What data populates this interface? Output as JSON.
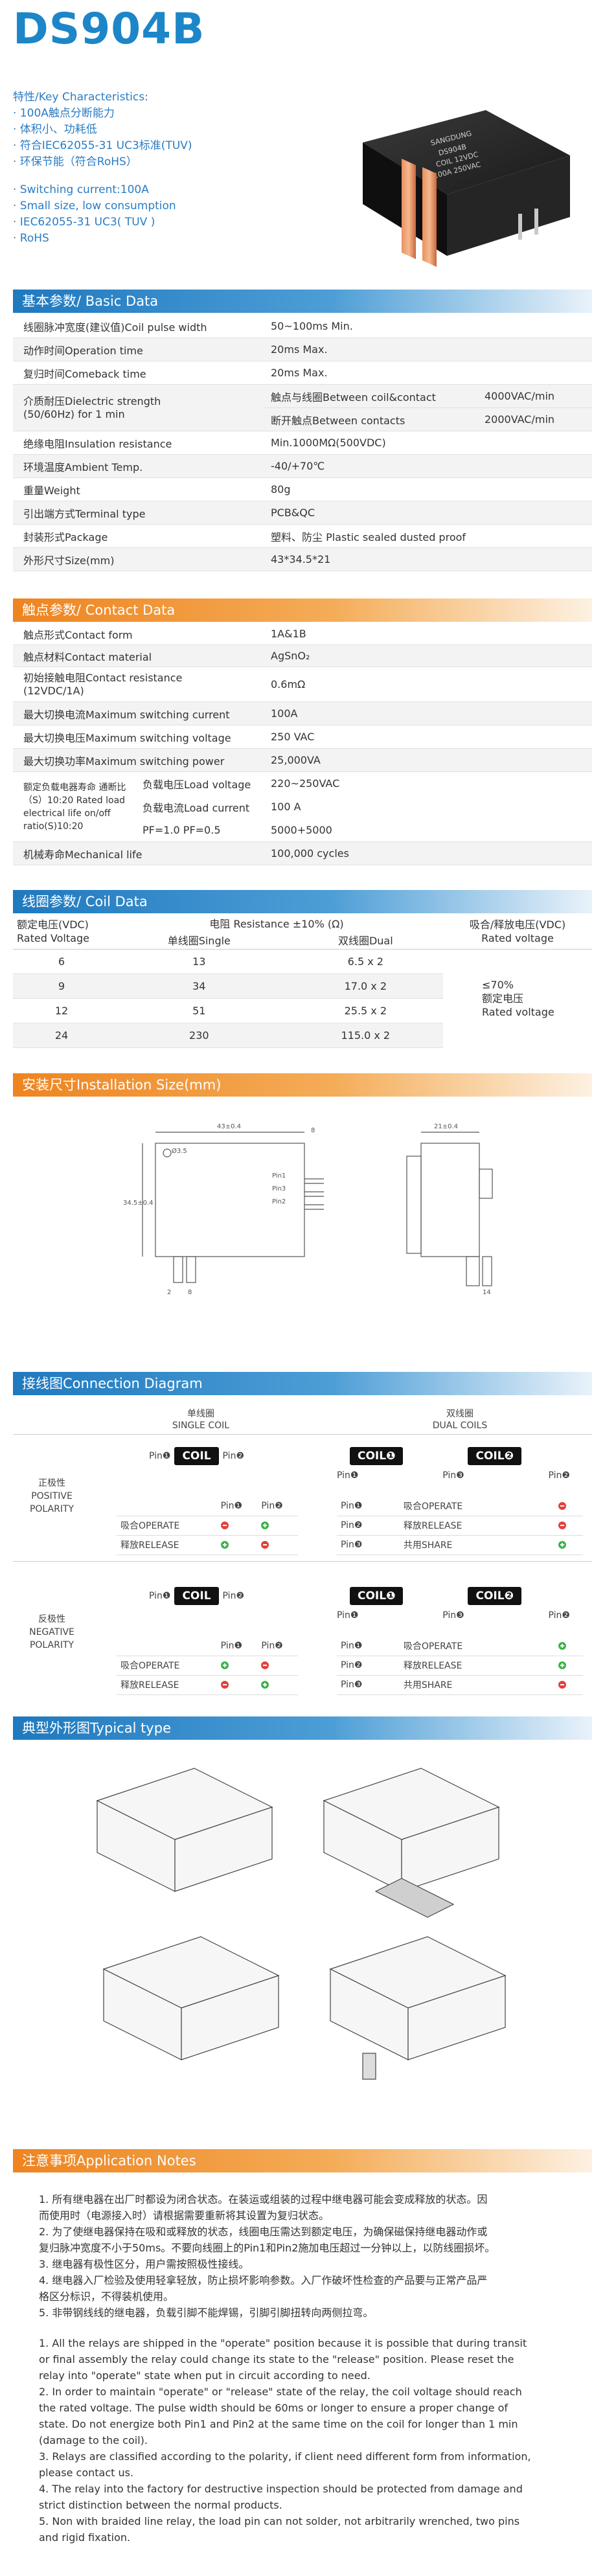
{
  "title": "DS904B",
  "features": {
    "heading": "特性/Key Characteristics:",
    "cn": [
      "· 100A触点分断能力",
      "· 体积小、功耗低",
      "· 符合IEC62055-31 UC3标准(TUV)",
      "· 环保节能（符合RoHS）"
    ],
    "en": [
      "· Switching current:100A",
      "· Small size, low consumption",
      "· IEC62055-31 UC3( TUV )",
      "· RoHS"
    ]
  },
  "relay_label": {
    "brand": "SANGDUNG",
    "model": "DS904B",
    "coil": "COIL 12VDC",
    "rating": "100A 250VAC"
  },
  "basic": {
    "heading": "基本参数/ Basic  Data",
    "rows": [
      {
        "k": "线圈脉冲宽度(建议值)Coil pulse width",
        "v": "50~100ms Min."
      },
      {
        "k": "动作时间Operation time",
        "v": "20ms Max."
      },
      {
        "k": "复归时间Comeback time",
        "v": "20ms Max."
      },
      {
        "k": "绝缘电阻Insulation resistance",
        "v": "Min.1000MΩ(500VDC)"
      },
      {
        "k": "环境温度Ambient Temp.",
        "v": "-40/+70℃"
      },
      {
        "k": "重量Weight",
        "v": "80g"
      },
      {
        "k": "引出端方式Terminal type",
        "v": "PCB&QC"
      },
      {
        "k": "封装形式Package",
        "v": "塑料、防尘  Plastic sealed dusted proof"
      },
      {
        "k": "外形尺寸Size(mm)",
        "v": "43*34.5*21"
      }
    ],
    "dielectric": {
      "k1": "介质耐压Dielectric strength",
      "k2": "(50/60Hz) for 1 min",
      "a_label": "触点与线圈Between coil&contact",
      "a_val": "4000VAC/min",
      "b_label": "断开触点Between contacts",
      "b_val": "2000VAC/min"
    }
  },
  "contact": {
    "heading": "触点参数/ Contact Data",
    "rows": [
      {
        "k": "触点形式Contact form",
        "v": "1A&1B"
      },
      {
        "k": "触点材料Contact material",
        "v": "AgSnO₂"
      },
      {
        "k": "初始接触电阻Contact resistance (12VDC/1A)",
        "v": "0.6mΩ"
      },
      {
        "k": "最大切换电流Maximum switching current",
        "v": "100A"
      },
      {
        "k": "最大切换电压Maximum switching voltage",
        "v": "250 VAC"
      },
      {
        "k": "最大切换功率Maximum switching power",
        "v": "25,000VA"
      }
    ],
    "rated": {
      "k": "额定负载电器寿命 通断比（S）10:20 Rated load electrical life on/off ratio(S)10:20",
      "l1": "负载电压Load voltage",
      "v1": "220~250VAC",
      "l2": "负载电流Load current",
      "v2": "100 A",
      "l3": "PF=1.0 PF=0.5",
      "v3": "5000+5000"
    },
    "mech": {
      "k": "机械寿命Mechanical life",
      "v": "100,000 cycles"
    }
  },
  "coil": {
    "heading": "线圈参数/ Coil  Data",
    "h_rated": "额定电压(VDC)",
    "h_rated_en": "Rated Voltage",
    "h_res": "电阻 Resistance ±10% (Ω)",
    "h_single": "单线圈Single",
    "h_dual": "双线圈Dual",
    "h_release": "吸合/释放电压(VDC)",
    "h_release_en": "Rated voltage",
    "rows": [
      {
        "v": "6",
        "s": "13",
        "d": "6.5 x 2"
      },
      {
        "v": "9",
        "s": "34",
        "d": "17.0 x 2"
      },
      {
        "v": "12",
        "s": "51",
        "d": "25.5 x 2"
      },
      {
        "v": "24",
        "s": "230",
        "d": "115.0 x 2"
      }
    ],
    "release_note": [
      "≤70%",
      "额定电压",
      "Rated voltage"
    ]
  },
  "install": {
    "heading": "安装尺寸Installation Size(mm)"
  },
  "wiring": {
    "heading": "接线图Connection Diagram",
    "single_cn": "单线圈",
    "single_en": "SINGLE COIL",
    "dual_cn": "双线圈",
    "dual_en": "DUAL COILS",
    "pos_cn": "正极性",
    "pos_en1": "POSITIVE",
    "pos_en2": "POLARITY",
    "neg_cn": "反极性",
    "neg_en1": "NEGATIVE",
    "neg_en2": "POLARITY",
    "coil": "COIL",
    "coil1": "COIL❶",
    "coil2": "COIL❷",
    "pin1": "Pin❶",
    "pin2": "Pin❷",
    "pin3": "Pin❸",
    "operate": "吸合OPERATE",
    "release": "释放RELEASE",
    "share": "共用SHARE"
  },
  "typical": {
    "heading": "典型外形图Typical type"
  },
  "notes": {
    "heading": "注意事项Application Notes",
    "cn": [
      "1. 所有继电器在出厂时都设为闭合状态。在装运或组装的过程中继电器可能会变成释放的状态。因",
      "    而使用时（电源接入时）请根据需要重新将其设置为复归状态。",
      "2. 为了使继电器保持在吸和或释放的状态，线圈电压需达到额定电压，为确保磁保持继电器动作或",
      "    复归脉冲宽度不小于50ms。不要向线圈上的Pin1和Pin2施加电压超过一分钟以上，以防线圈损坏。",
      "3. 继电器有极性区分，用户需按照极性接线。",
      "4. 继电器入厂检验及使用轻拿轻放，防止损坏影响参数。入厂作破坏性检查的产品要与正常产品严",
      "    格区分标识，不得装机使用。",
      "5. 非带钢线线的继电器，负载引脚不能焊锡，引脚引脚扭转向两侧拉弯。"
    ],
    "en": [
      "1. All the relays are shipped in the \"operate\" position because it is possible that during transit",
      "    or  final assembly the relay could change its state to the \"release\" position. Please reset the",
      "    relay into \"operate\" state when put in circuit according to need.",
      "2. In order to maintain \"operate\" or \"release\" state of the relay, the coil voltage should reach",
      "    the rated voltage. The pulse width should be 60ms or longer to ensure a proper change of",
      "    state. Do not energize both Pin1 and Pin2 at the same time on the coil for longer than 1 min",
      "    (damage to the coil).",
      "3. Relays are classified according to the polarity, if client need different form from information,",
      "    please contact us.",
      "4. The relay into the factory for destructive inspection should be protected from damage and",
      "    strict distinction between the normal products.",
      "5. Non with braided line relay, the load pin can not solder, not arbitrarily wrenched, two pins",
      "    and rigid fixation."
    ]
  }
}
